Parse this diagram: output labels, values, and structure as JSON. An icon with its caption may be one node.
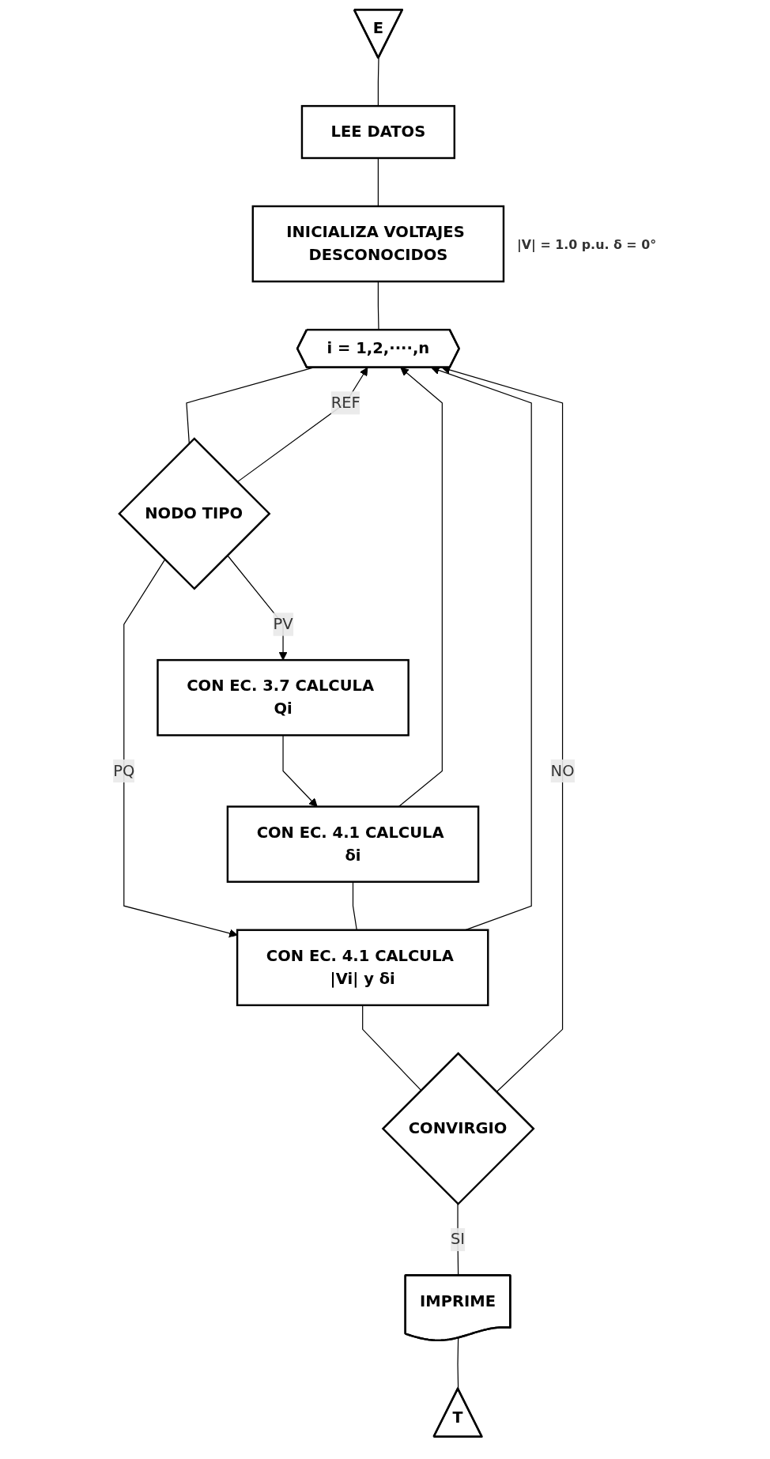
{
  "diagram": {
    "nodes": [
      {
        "text": [
          "E"
        ]
      },
      {
        "text": [
          "LEE DATOS"
        ]
      },
      {
        "text": [
          "INICIALIZA VOLTAJES DESCONOCIDOS"
        ],
        "beside": [
          "|V| = 1.0 p.u. δ = 0°"
        ]
      },
      {
        "text": [
          "i = 1,2,····,n"
        ]
      },
      {
        "text": [
          "NODO TIPO"
        ]
      },
      {
        "text": [
          "CON EC. 3.7 CALCULA Qi"
        ]
      },
      {
        "text": [
          "CON EC. 4.1 CALCULA δi"
        ]
      },
      {
        "text": [
          "CON EC. 4.1 CALCULA |Vi| y δi"
        ]
      },
      {
        "text": [
          "CONVIRGIO"
        ]
      },
      {
        "text": [
          "IMPRIME"
        ]
      },
      {
        "text": [
          "T"
        ]
      }
    ],
    "edges": [
      {
        "from": 0,
        "to": 1,
        "arrow": "none"
      },
      {
        "from": 1,
        "to": 2,
        "arrow": "none"
      },
      {
        "from": 2,
        "to": 3,
        "arrow": "none"
      },
      {
        "from": 3,
        "to": 4,
        "arrow": "none"
      },
      {
        "from": 4,
        "to": 3,
        "label": "REF",
        "arrow": "to"
      },
      {
        "from": 4,
        "to": 5,
        "label": "PV",
        "arrow": "to"
      },
      {
        "from": 4,
        "to": 7,
        "label": "PQ",
        "arrow": "to"
      },
      {
        "from": 5,
        "to": 6,
        "arrow": "to"
      },
      {
        "from": 6,
        "to": 3,
        "arrow": "to"
      },
      {
        "from": 6,
        "to": 7,
        "arrow": "none"
      },
      {
        "from": 7,
        "to": 3,
        "arrow": "to"
      },
      {
        "from": 7,
        "to": 8,
        "arrow": "none"
      },
      {
        "from": 8,
        "to": 3,
        "label": "NO",
        "arrow": "to"
      },
      {
        "from": 8,
        "to": 9,
        "label": "SI",
        "arrow": "none"
      },
      {
        "from": 9,
        "to": 10,
        "arrow": "none"
      }
    ]
  }
}
